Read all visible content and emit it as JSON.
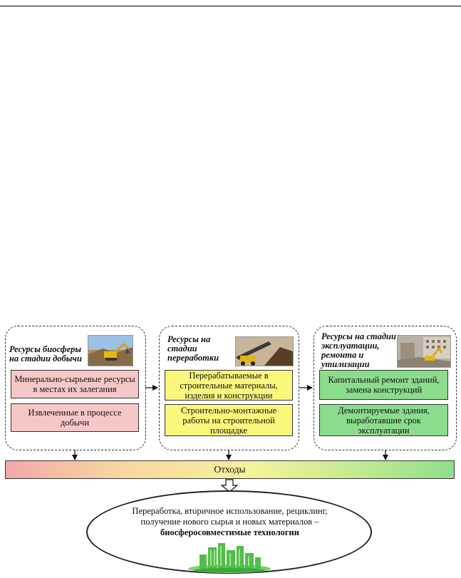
{
  "stages": [
    {
      "title": "Ресурсы биосферы на стадии добычи",
      "photo_icon": "excavator-quarry-photo",
      "boxes": [
        "Минерально-сырьевые ресурсы в местах их залегания",
        "Извлеченные в процессе добычи"
      ],
      "color": "#f5c8c7"
    },
    {
      "title": "Ресурсы на стадии переработки",
      "photo_icon": "crusher-conveyor-photo",
      "boxes": [
        "Перерабатываемые в строительные материалы, изделия и конструкции",
        "Строительно-монтажные работы на строительной площадке"
      ],
      "color": "#fbf77c"
    },
    {
      "title": "Ресурсы на стадии эксплуатации, ремонта и утилизации",
      "photo_icon": "demolition-excavator-photo",
      "boxes": [
        "Капитальный ремонт зданий, замена конструкций",
        "Демонтируемые здания, выработавшие срок эксплуатации"
      ],
      "color": "#8cdc8e"
    }
  ],
  "waste_label": "Отходы",
  "outcome": {
    "text_line1": "Переработка, вторичное использование, рециклинг,",
    "text_line2": "получение нового сырья и новых материалов –",
    "text_bold": "биосферосовместимые технологии",
    "icon": "green-city-icon"
  }
}
